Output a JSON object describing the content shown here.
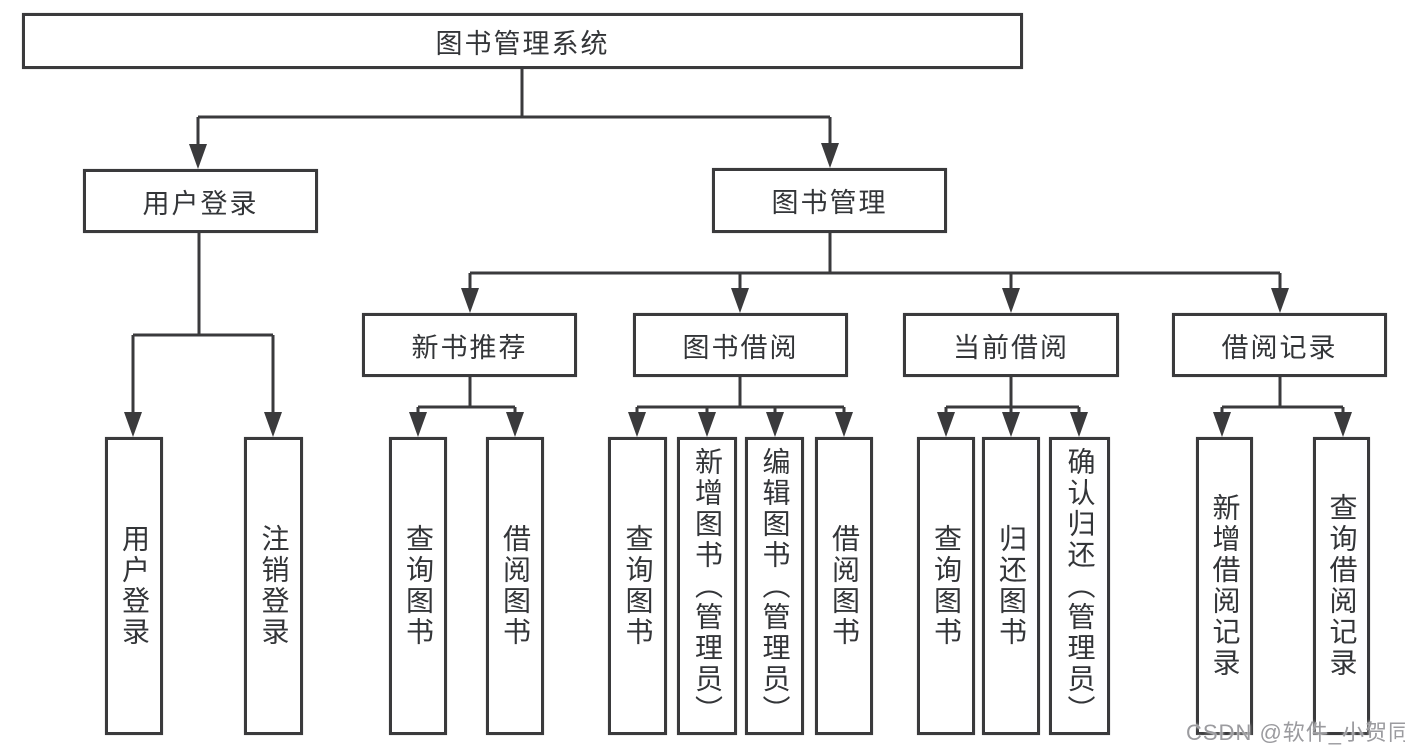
{
  "diagram": {
    "root": {
      "label": "图书管理系统",
      "children": [
        {
          "label": "用户登录",
          "children": [
            {
              "label": "用户登录"
            },
            {
              "label": "注销登录"
            }
          ]
        },
        {
          "label": "图书管理",
          "children": [
            {
              "label": "新书推荐",
              "children": [
                {
                  "label": "查询图书"
                },
                {
                  "label": "借阅图书"
                }
              ]
            },
            {
              "label": "图书借阅",
              "children": [
                {
                  "label": "查询图书"
                },
                {
                  "label": "新增图书（管理员）"
                },
                {
                  "label": "编辑图书（管理员）"
                },
                {
                  "label": "借阅图书"
                }
              ]
            },
            {
              "label": "当前借阅",
              "children": [
                {
                  "label": "查询图书"
                },
                {
                  "label": "归还图书"
                },
                {
                  "label": "确认归还（管理员）"
                }
              ]
            },
            {
              "label": "借阅记录",
              "children": [
                {
                  "label": "新增借阅记录"
                },
                {
                  "label": "查询借阅记录"
                }
              ]
            }
          ]
        }
      ]
    }
  },
  "watermark": {
    "text": "CSDN @软件_小贺同学"
  },
  "colors": {
    "line": "#3a3a3c",
    "text": "#333538",
    "box_background": "#ffffff",
    "watermark": "#9b9b9f"
  }
}
